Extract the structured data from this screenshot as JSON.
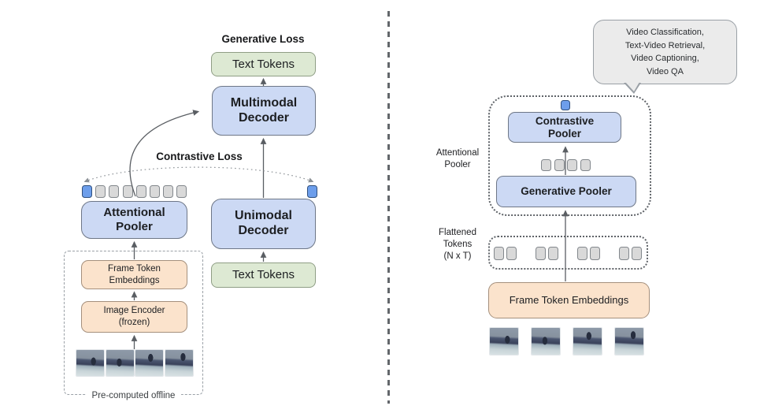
{
  "figure": {
    "left": {
      "generative_loss": "Generative Loss",
      "text_tokens_top": "Text Tokens",
      "multimodal_decoder": "Multimodal\nDecoder",
      "contrastive_loss": "Contrastive Loss",
      "attentional_pooler": "Attentional\nPooler",
      "unimodal_decoder": "Unimodal\nDecoder",
      "text_tokens_bottom": "Text Tokens",
      "frame_token_embeddings": "Frame Token\nEmbeddings",
      "image_encoder": "Image Encoder\n(frozen)",
      "precomputed": "Pre-computed offline"
    },
    "right": {
      "tasks_bubble": "Video Classification,\nText-Video Retrieval,\nVideo Captioning,\nVideo QA",
      "contrastive_pooler": "Contrastive\nPooler",
      "attentional_pooler_label": "Attentional\nPooler",
      "generative_pooler": "Generative Pooler",
      "flattened_tokens_label": "Flattened\nTokens\n(N x T)",
      "frame_token_embeddings": "Frame Token Embeddings"
    },
    "colors": {
      "box_blue": "#ccd9f4",
      "box_green": "#dde9d3",
      "box_orange": "#fbe3cc",
      "token_gray": "#d9d9d9",
      "token_blue": "#6d9eeb",
      "bubble_gray": "#ebebeb",
      "arrow_dark": "#5a5e63",
      "arrow_dotted": "#8d9297"
    }
  }
}
